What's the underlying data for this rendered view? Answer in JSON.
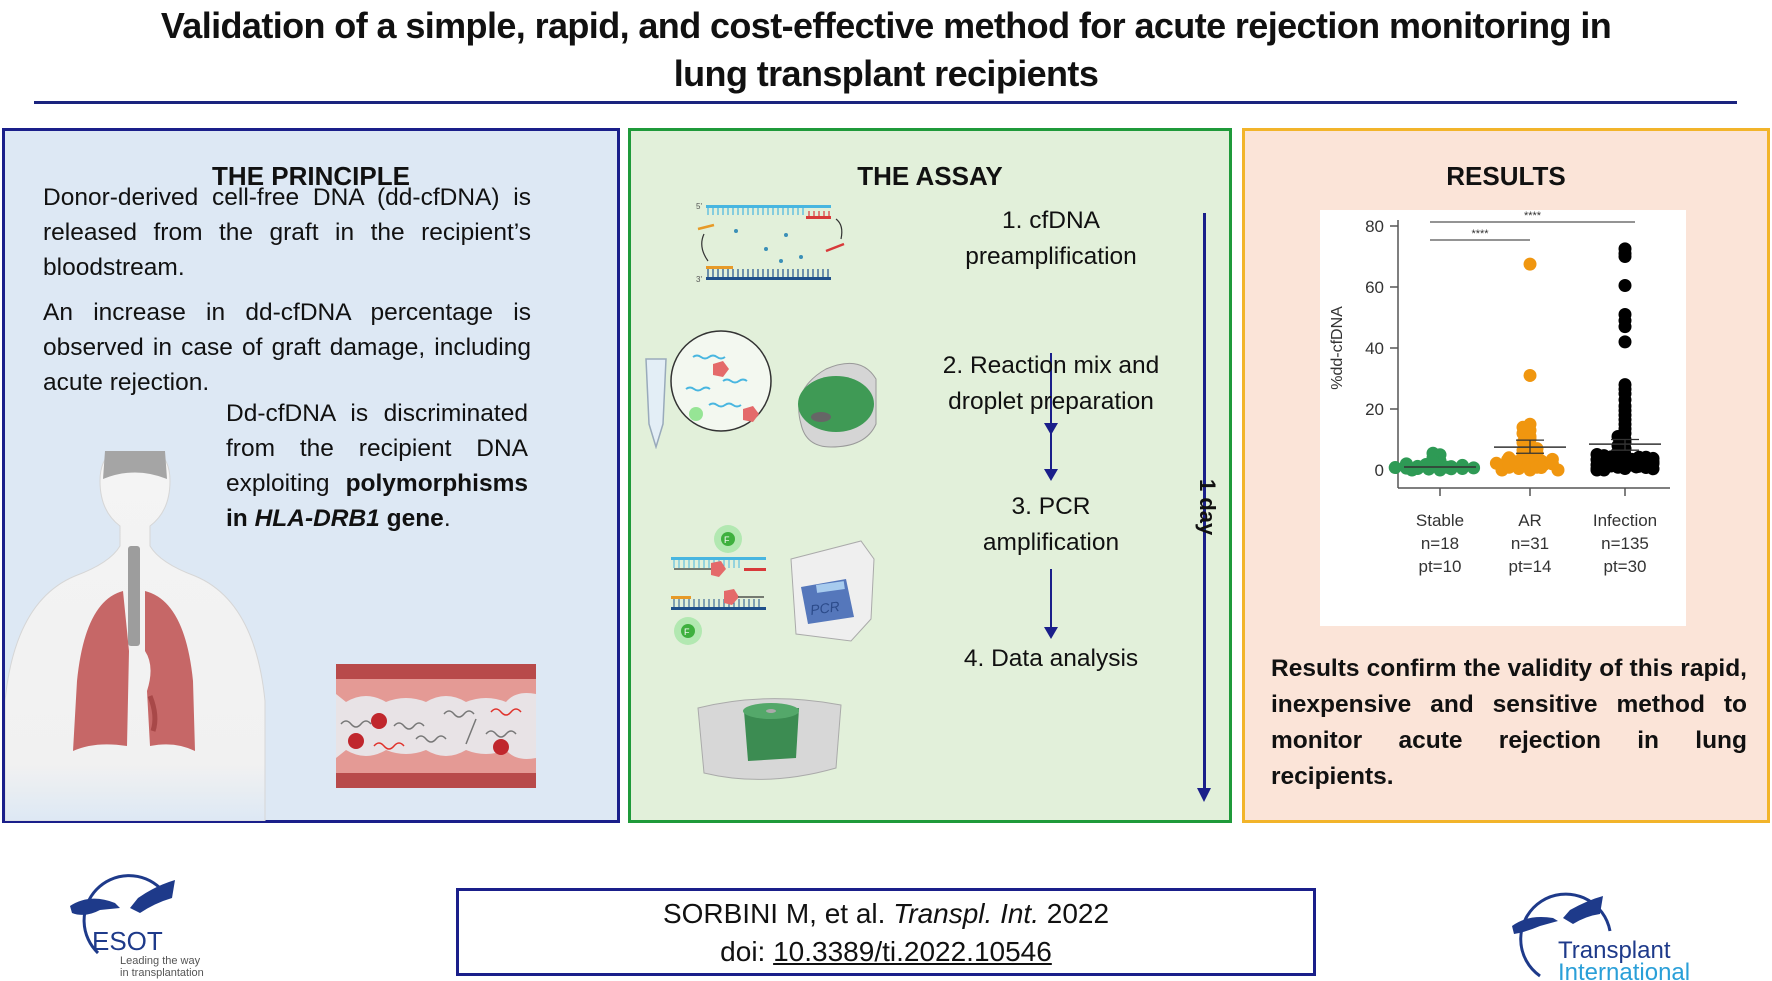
{
  "header": {
    "title_line1": "Validation of a simple, rapid, and cost-effective method for acute rejection monitoring in",
    "title_line2": "lung transplant recipients"
  },
  "principle": {
    "heading": "THE PRINCIPLE",
    "para1": "Donor-derived cell-free DNA (dd-cfDNA) is released from the graft in the recipient’s bloodstream.",
    "para2": "An increase in dd-cfDNA percentage is observed in case of graft damage, including acute rejection.",
    "para3_plain": "Dd-cfDNA is discriminated from the recipient DNA exploiting",
    "para3_bold": "polymorphisms in",
    "para3_gene": "HLA-DRB1",
    "para3_bold_end": "gene",
    "para3_end": ".",
    "illustrations": [
      "human-torso-lungs-illustration",
      "blood-vessel-cfdna-illustration"
    ]
  },
  "assay": {
    "heading": "THE ASSAY",
    "steps": [
      {
        "line1": "1. cfDNA",
        "line2": "preamplification",
        "icon": "dna-preamplification-icon"
      },
      {
        "line1": "2. Reaction mix and",
        "line2": "droplet preparation",
        "icon": "droplet-generator-icon"
      },
      {
        "line1": "3. PCR",
        "line2": "amplification",
        "icon": "pcr-thermocycler-icon"
      },
      {
        "line1": "4. Data analysis",
        "line2": "",
        "icon": "droplet-reader-icon"
      }
    ],
    "duration_label": "1 day",
    "pcr_device_label": "PCR",
    "probe_label": "F"
  },
  "results": {
    "heading": "RESULTS",
    "conclusion": "Results confirm the validity of this rapid, inexpensive and sensitive method to monitor acute rejection in lung recipients."
  },
  "chart_data": {
    "type": "scatter",
    "title": "",
    "xlabel": "",
    "ylabel": "%dd-cfDNA",
    "ylim": [
      0,
      80
    ],
    "yticks": [
      0,
      20,
      40,
      60,
      80
    ],
    "categories": [
      "Stable",
      "AR",
      "Infection"
    ],
    "category_labels": [
      [
        "Stable",
        "n=18",
        "pt=10"
      ],
      [
        "AR",
        "n=31",
        "pt=14"
      ],
      [
        "Infection",
        "n=135",
        "pt=30"
      ]
    ],
    "colors": [
      "#2e9a55",
      "#f0960f",
      "#000000"
    ],
    "series": [
      {
        "name": "Stable",
        "n": 18,
        "mean": 1.0,
        "values": [
          0.2,
          0.3,
          0.4,
          0.5,
          0.5,
          0.6,
          0.7,
          0.8,
          0.9,
          1.0,
          1.1,
          1.2,
          1.5,
          2.0,
          3.0,
          4.0,
          5.0,
          5.5
        ]
      },
      {
        "name": "AR",
        "n": 31,
        "mean": 7.5,
        "sem_low": 5.5,
        "sem_high": 9.8,
        "values": [
          0.3,
          0.5,
          0.8,
          1.0,
          1.2,
          1.5,
          1.8,
          2.0,
          2.2,
          2.5,
          2.8,
          3.0,
          3.3,
          3.5,
          4.0,
          4.5,
          5.0,
          5.5,
          6.0,
          6.5,
          7.0,
          8.0,
          9.0,
          10.0,
          11.0,
          12.0,
          13.0,
          14.0,
          15.0,
          31.0,
          67.5
        ]
      },
      {
        "name": "Infection",
        "n": 135,
        "mean": 8.5,
        "sem_low": 6.5,
        "sem_high": 10.0,
        "values": [
          72.5,
          71.0,
          70.0,
          60.5,
          51.0,
          49.0,
          47.0,
          42.0,
          28.0,
          26.5,
          25.0,
          23.0,
          21.0,
          19.5,
          18.0,
          16.5,
          15.0,
          13.5,
          12.0,
          11.0,
          10.0,
          9.0,
          8.0,
          7.0,
          6.0,
          5.0,
          4.5,
          4.0,
          3.5,
          3.0,
          2.5,
          2.0,
          1.5,
          1.0,
          0.5
        ]
      }
    ],
    "annotations": [
      {
        "from": "Stable",
        "to": "AR",
        "label": "****"
      },
      {
        "from": "Stable",
        "to": "Infection",
        "label": "****"
      }
    ],
    "grid": false,
    "legend": "none"
  },
  "footer": {
    "citation_author": "SORBINI M, et al.",
    "citation_journal": "Transpl. Int.",
    "citation_year": "2022",
    "doi_prefix": "doi:",
    "doi_value": "10.3389/ti.2022.10546",
    "logo_left": {
      "name": "ESOT",
      "tagline1": "Leading the way",
      "tagline2": "in transplantation"
    },
    "logo_right": {
      "line1": "Transplant",
      "line2": "International"
    }
  },
  "colors": {
    "navy": "#1a1f8a",
    "principle_bg": "#dde8f4",
    "assay_bg": "#e2f0da",
    "assay_border": "#1f9a3a",
    "results_bg": "#fbe4d8",
    "results_border": "#f2b42a",
    "logo_blue": "#1e3a8a",
    "logo_light_blue": "#2a9fd8"
  }
}
